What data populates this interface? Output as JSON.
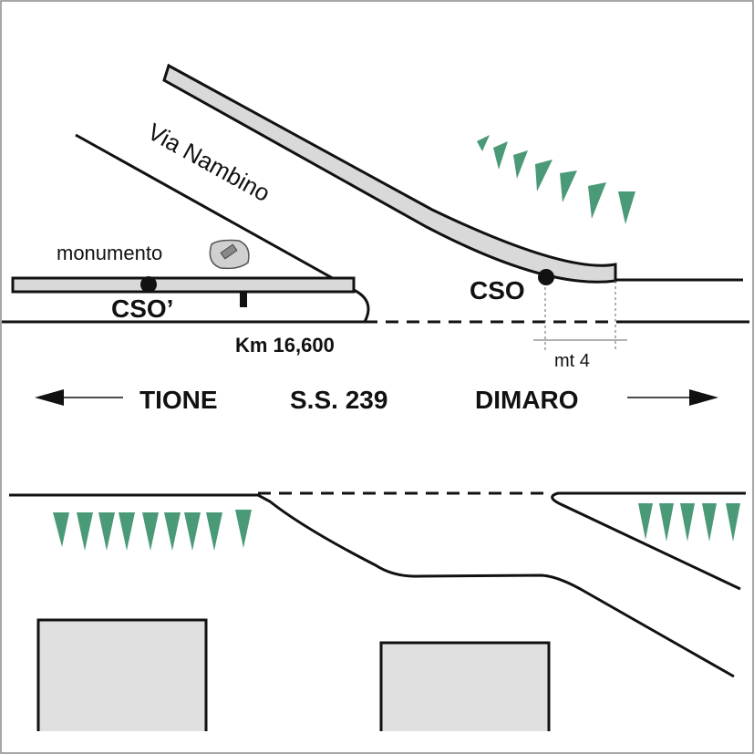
{
  "labels": {
    "street": "Via Nambino",
    "monument": "monumento",
    "cso_main": "CSO",
    "cso_prime": "CSO’",
    "km": "Km 16,600",
    "distance": "mt 4",
    "west": "TIONE",
    "road": "S.S. 239",
    "east": "DIMARO"
  },
  "colors": {
    "road_fill": "#d9d9d9",
    "line": "#111111",
    "tree": "#4a9a78",
    "building_fill": "#e0e0e0"
  },
  "icons": {
    "arrow_left": "arrow-left-icon",
    "arrow_right": "arrow-right-icon",
    "tree": "tree-icon",
    "monument": "monument-icon"
  }
}
